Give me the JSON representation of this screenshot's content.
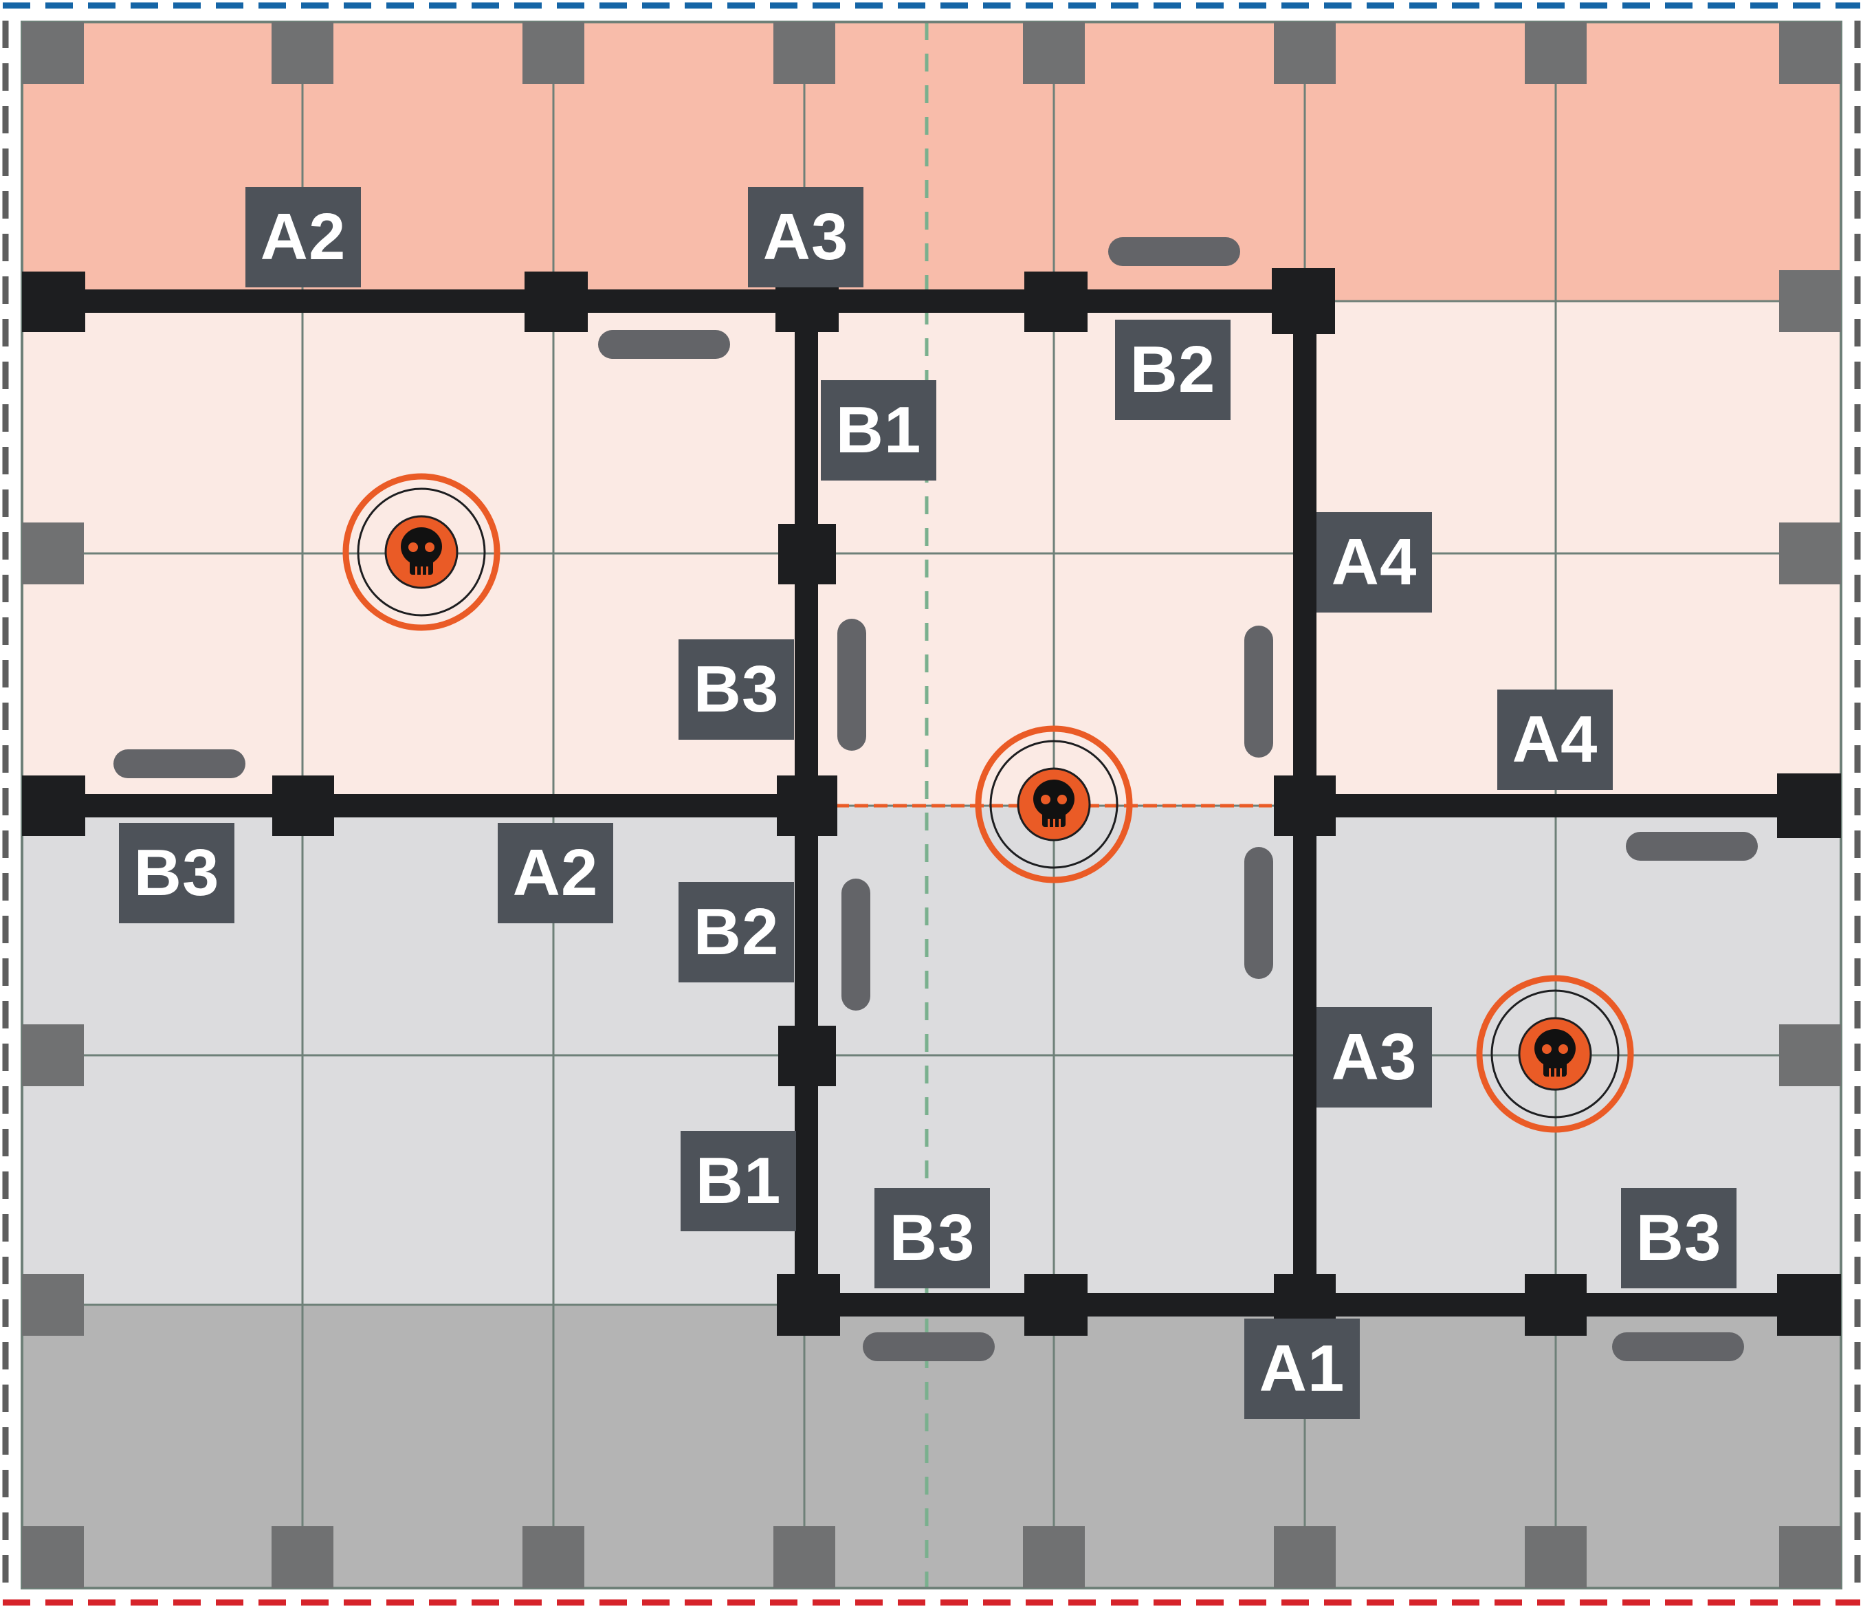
{
  "board": {
    "colors": {
      "zone_top": "#f8bcaa",
      "zone_upper": "#fbeae4",
      "zone_mid": "#dcdcde",
      "zone_bottom": "#b4b4b4",
      "grid_line": "#6e8078",
      "wall": "#1d1e20",
      "post": "#707172",
      "label_bg": "#4d5259",
      "label_text": "#ffffff",
      "door": "#636468",
      "objective_ring": "#ea5b26",
      "center_line": "#7ab08e",
      "border_blue": "#1565a6",
      "border_red": "#d6232a",
      "border_gray": "#5e5e5e"
    },
    "labels": {
      "top_a2": "A2",
      "top_a3": "A3",
      "room_b2_top": "B2",
      "room_b1_top": "B1",
      "right_a4_upper": "A4",
      "left_b3_mid": "B3",
      "right_a4_mid": "A4",
      "left_b3_low": "B3",
      "left_a2_low": "A2",
      "center_b2_low": "B2",
      "right_a3": "A3",
      "center_b1_low": "B1",
      "center_b3_bottom": "B3",
      "right_b3_bottom": "B3",
      "bottom_a1": "A1"
    },
    "objectives": [
      {
        "name": "objective-left",
        "icon": "skull-icon"
      },
      {
        "name": "objective-center",
        "icon": "skull-icon"
      },
      {
        "name": "objective-right",
        "icon": "skull-icon"
      }
    ]
  }
}
